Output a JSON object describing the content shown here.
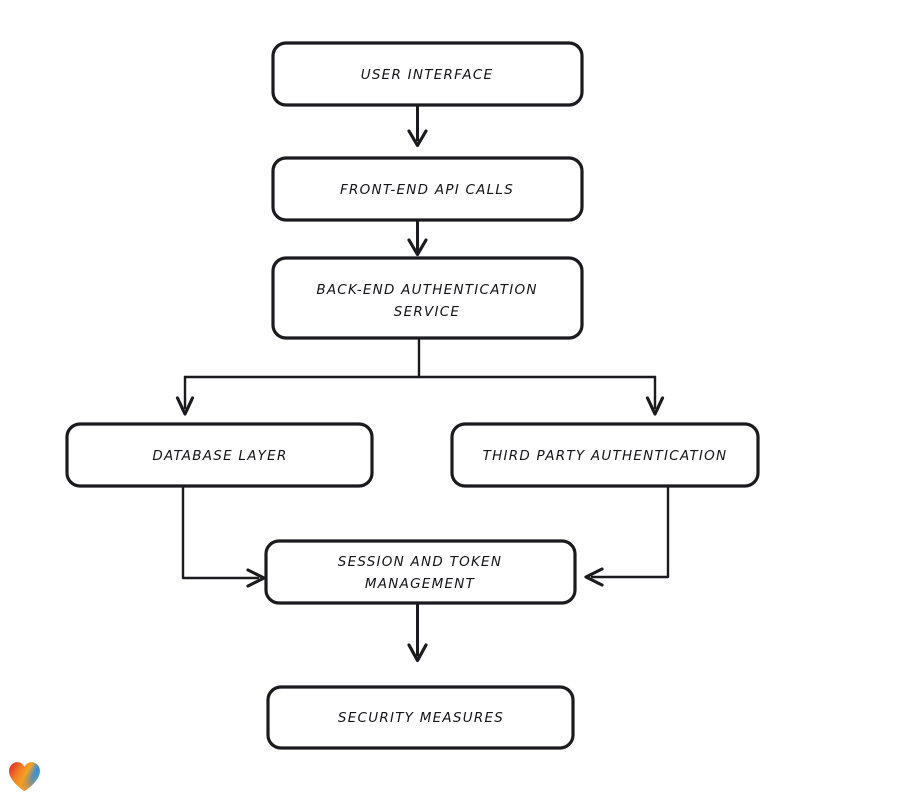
{
  "diagram": {
    "type": "flowchart",
    "orientation": "top-to-bottom",
    "style": "hand-drawn-sketch",
    "background_color": "#ffffff",
    "stroke_color": "#1b1b1f",
    "node_fill": "#ffffff",
    "nodes": [
      {
        "id": "ui",
        "label": "USER INTERFACE",
        "lines": [
          "USER INTERFACE"
        ]
      },
      {
        "id": "api",
        "label": "FRONT-END API CALLS",
        "lines": [
          "FRONT-END API CALLS"
        ]
      },
      {
        "id": "backend",
        "label": "BACK-END AUTHENTICATION SERVICE",
        "lines": [
          "BACK-END AUTHENTICATION",
          "SERVICE"
        ]
      },
      {
        "id": "db",
        "label": "DATABASE LAYER",
        "lines": [
          "DATABASE LAYER"
        ]
      },
      {
        "id": "thirdparty",
        "label": "THIRD PARTY AUTHENTICATION",
        "lines": [
          "THIRD PARTY AUTHENTICATION"
        ]
      },
      {
        "id": "session",
        "label": "SESSION AND TOKEN MANAGEMENT",
        "lines": [
          "SESSION AND TOKEN",
          "MANAGEMENT"
        ]
      },
      {
        "id": "security",
        "label": "SECURITY MEASURES",
        "lines": [
          "SECURITY MEASURES"
        ]
      }
    ],
    "edges": [
      {
        "from": "ui",
        "to": "api",
        "label": ""
      },
      {
        "from": "api",
        "to": "backend",
        "label": ""
      },
      {
        "from": "backend",
        "to": "db",
        "label": ""
      },
      {
        "from": "backend",
        "to": "thirdparty",
        "label": ""
      },
      {
        "from": "db",
        "to": "session",
        "label": ""
      },
      {
        "from": "thirdparty",
        "to": "session",
        "label": ""
      },
      {
        "from": "session",
        "to": "security",
        "label": ""
      }
    ]
  },
  "logo": {
    "name": "gradient-heart",
    "colors": [
      "#e0342a",
      "#f08a24",
      "#f5a623",
      "#2f8fe0",
      "#1fb6c4"
    ]
  }
}
